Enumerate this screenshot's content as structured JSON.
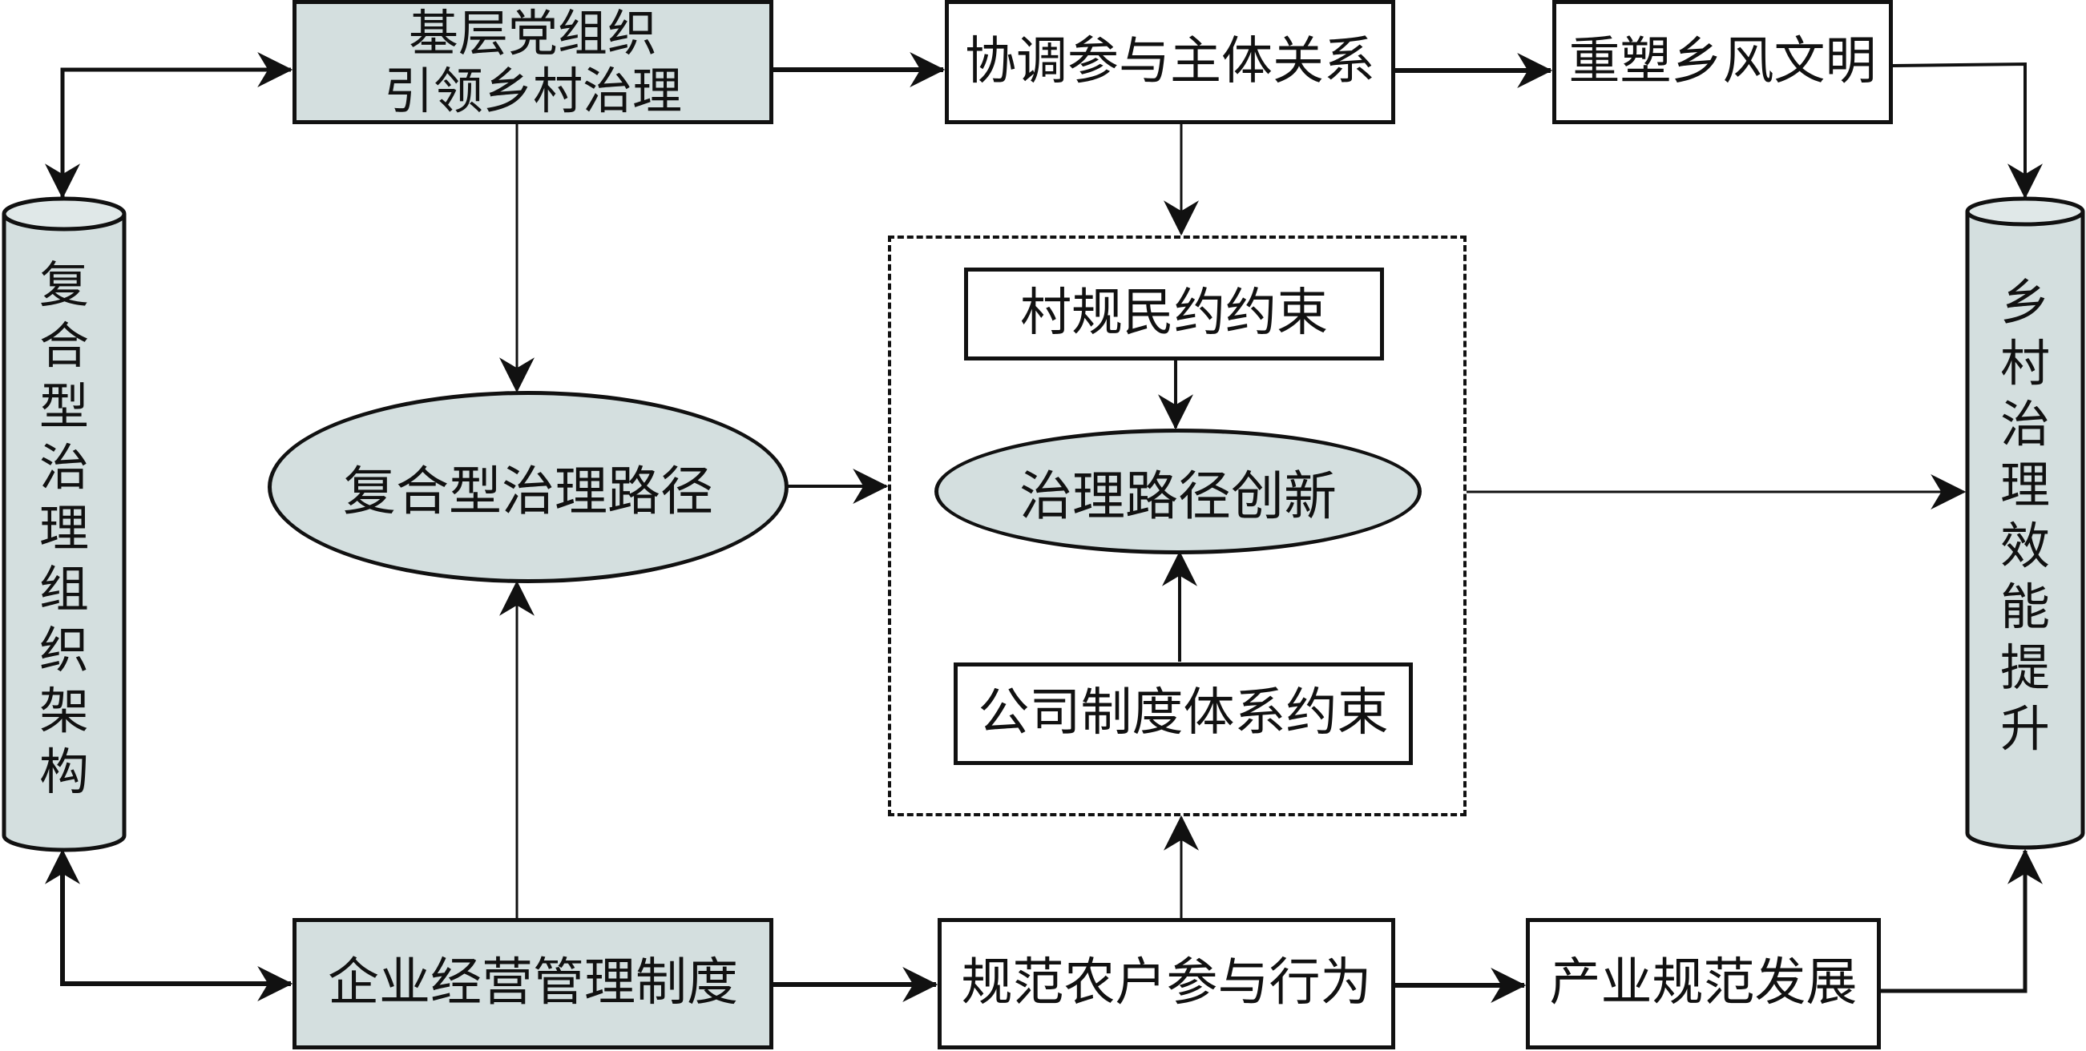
{
  "diagram": {
    "fill_color": "#d4dfdf",
    "nodes": {
      "party_org": {
        "line1": "基层党组织",
        "line2": "引领乡村治理"
      },
      "coordinate": {
        "label": "协调参与主体关系"
      },
      "reshape": {
        "label": "重塑乡风文明"
      },
      "left_cylinder": {
        "chars": [
          "复",
          "合",
          "型",
          "治",
          "理",
          "组",
          "织",
          "架",
          "构"
        ]
      },
      "right_cylinder": {
        "chars": [
          "乡",
          "村",
          "治",
          "理",
          "效",
          "能",
          "提",
          "升"
        ]
      },
      "composite_path": {
        "label": "复合型治理路径"
      },
      "village_rules": {
        "label": "村规民约约束"
      },
      "innovation": {
        "label": "治理路径创新"
      },
      "company_rules": {
        "label": "公司制度体系约束"
      },
      "enterprise": {
        "label": "企业经营管理制度"
      },
      "farmer_behavior": {
        "label": "规范农户参与行为"
      },
      "industry": {
        "label": "产业规范发展"
      }
    },
    "edges": [
      [
        "left_cylinder",
        "party_org"
      ],
      [
        "party_org",
        "left_cylinder"
      ],
      [
        "left_cylinder",
        "enterprise"
      ],
      [
        "enterprise",
        "left_cylinder"
      ],
      [
        "party_org",
        "coordinate"
      ],
      [
        "coordinate",
        "reshape"
      ],
      [
        "reshape",
        "right_cylinder"
      ],
      [
        "party_org",
        "composite_path"
      ],
      [
        "enterprise",
        "composite_path"
      ],
      [
        "composite_path",
        "innovation_group"
      ],
      [
        "coordinate",
        "innovation_group"
      ],
      [
        "farmer_behavior",
        "innovation_group"
      ],
      [
        "village_rules",
        "innovation"
      ],
      [
        "company_rules",
        "innovation"
      ],
      [
        "innovation_group",
        "right_cylinder"
      ],
      [
        "enterprise",
        "farmer_behavior"
      ],
      [
        "farmer_behavior",
        "industry"
      ],
      [
        "industry",
        "right_cylinder"
      ]
    ]
  }
}
